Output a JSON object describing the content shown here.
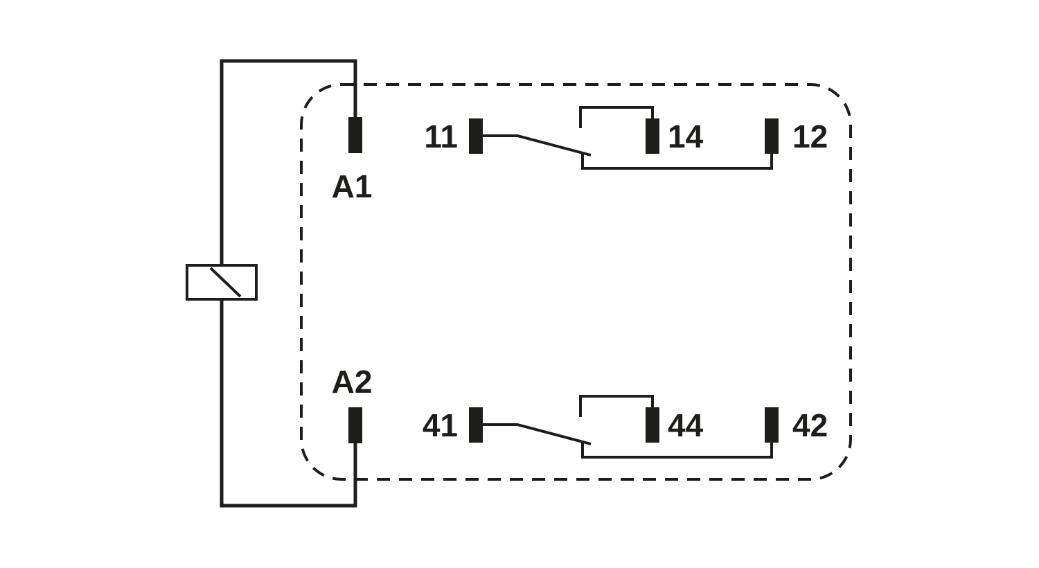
{
  "diagram": {
    "colors": {
      "line": "#1d1d1b",
      "background": "#ffffff"
    },
    "coil": {
      "top_terminal_label": "A1",
      "bottom_terminal_label": "A2"
    },
    "contact_groups": [
      {
        "common_label": "11",
        "no_label": "14",
        "nc_label": "12"
      },
      {
        "common_label": "41",
        "no_label": "44",
        "nc_label": "42"
      }
    ]
  }
}
